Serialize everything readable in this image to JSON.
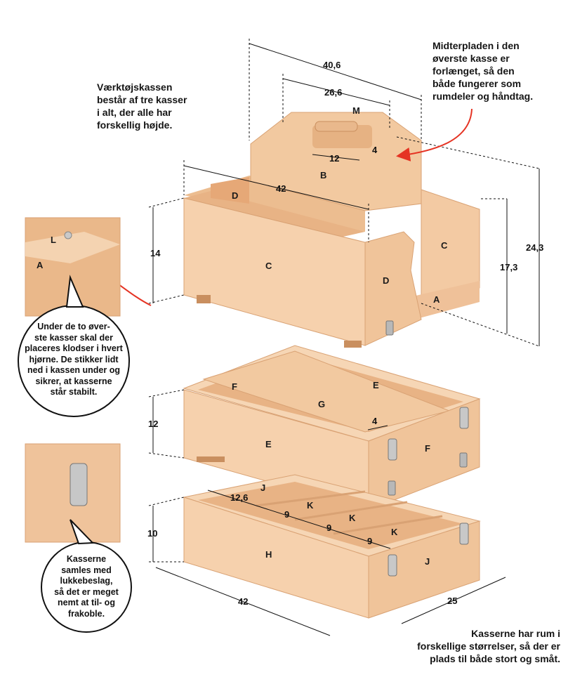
{
  "notes": {
    "top_left": [
      "Værktøjskassen",
      "består af tre kasser",
      "i alt, der alle har",
      "forskellig højde."
    ],
    "top_right": [
      "Midterpladen i den",
      "øverste kasse er",
      "forlænget, så den",
      "både fungerer som",
      "rumdeler og håndtag."
    ],
    "bottom_right": [
      "Kasserne har rum i",
      "forskellige størrelser, så der er",
      "plads til både stort og småt."
    ]
  },
  "bubbles": {
    "blocks": [
      "Under de to øver-",
      "ste kasser skal der",
      "placeres klodser i hvert",
      "hjørne. De stikker lidt",
      "ned i kassen under og",
      "sikrer, at kasserne",
      "står stabilt."
    ],
    "latches": [
      "Kasserne",
      "samles med",
      "lukkebeslag,",
      "så det er meget",
      "nemt at til- og",
      "frakoble."
    ]
  },
  "inset_labels": {
    "L": "L",
    "A": "A"
  },
  "part_labels": {
    "M": "M",
    "B": "B",
    "D1": "D",
    "D2": "D",
    "C1": "C",
    "C2": "C",
    "A": "A",
    "F1": "F",
    "E1": "E",
    "G": "G",
    "E2": "E",
    "F2": "F",
    "J1": "J",
    "K1": "K",
    "K2": "K",
    "K3": "K",
    "H": "H",
    "J2": "J"
  },
  "dimensions": {
    "top_width": "40,6",
    "handle_span": "26,6",
    "handle_hole": "12",
    "handle_height": "4",
    "top_length": "42",
    "top_box_height": "14",
    "side_height": "17,3",
    "total_height": "24,3",
    "middle_height": "12",
    "divider": "4",
    "bottom_height": "10",
    "compartment_1": "12,6",
    "compartment_2": "9",
    "compartment_3": "9",
    "compartment_4": "9",
    "bottom_length": "42",
    "bottom_depth": "25"
  },
  "colors": {
    "wood_light": "#f6d1ad",
    "wood_mid": "#eebf93",
    "wood_dark": "#d9a274",
    "wood_inner": "#f0c49a",
    "arrow": "#e53323"
  }
}
